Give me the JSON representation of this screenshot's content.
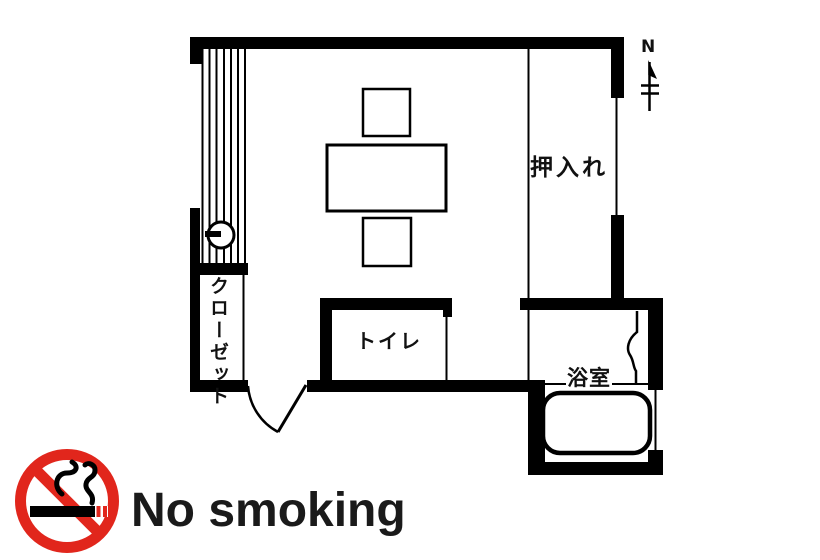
{
  "colors": {
    "wall_black": "#000000",
    "background": "#ffffff",
    "no_smoking_red": "#e1261c",
    "text_black": "#111111"
  },
  "floor_plan": {
    "rooms": {
      "oshiire_label": "押入れ",
      "closet_label": "クローゼット",
      "toilet_label": "トイレ",
      "bath_label": "浴室"
    },
    "compass": {
      "north": "N"
    },
    "fixtures": [
      "bathtub",
      "low-table",
      "floor-cushion-top",
      "floor-cushion-bottom",
      "entrance-door-swing",
      "folding-bath-door",
      "window-hatch",
      "door-knob"
    ]
  },
  "no_smoking": {
    "label": "No smoking"
  }
}
